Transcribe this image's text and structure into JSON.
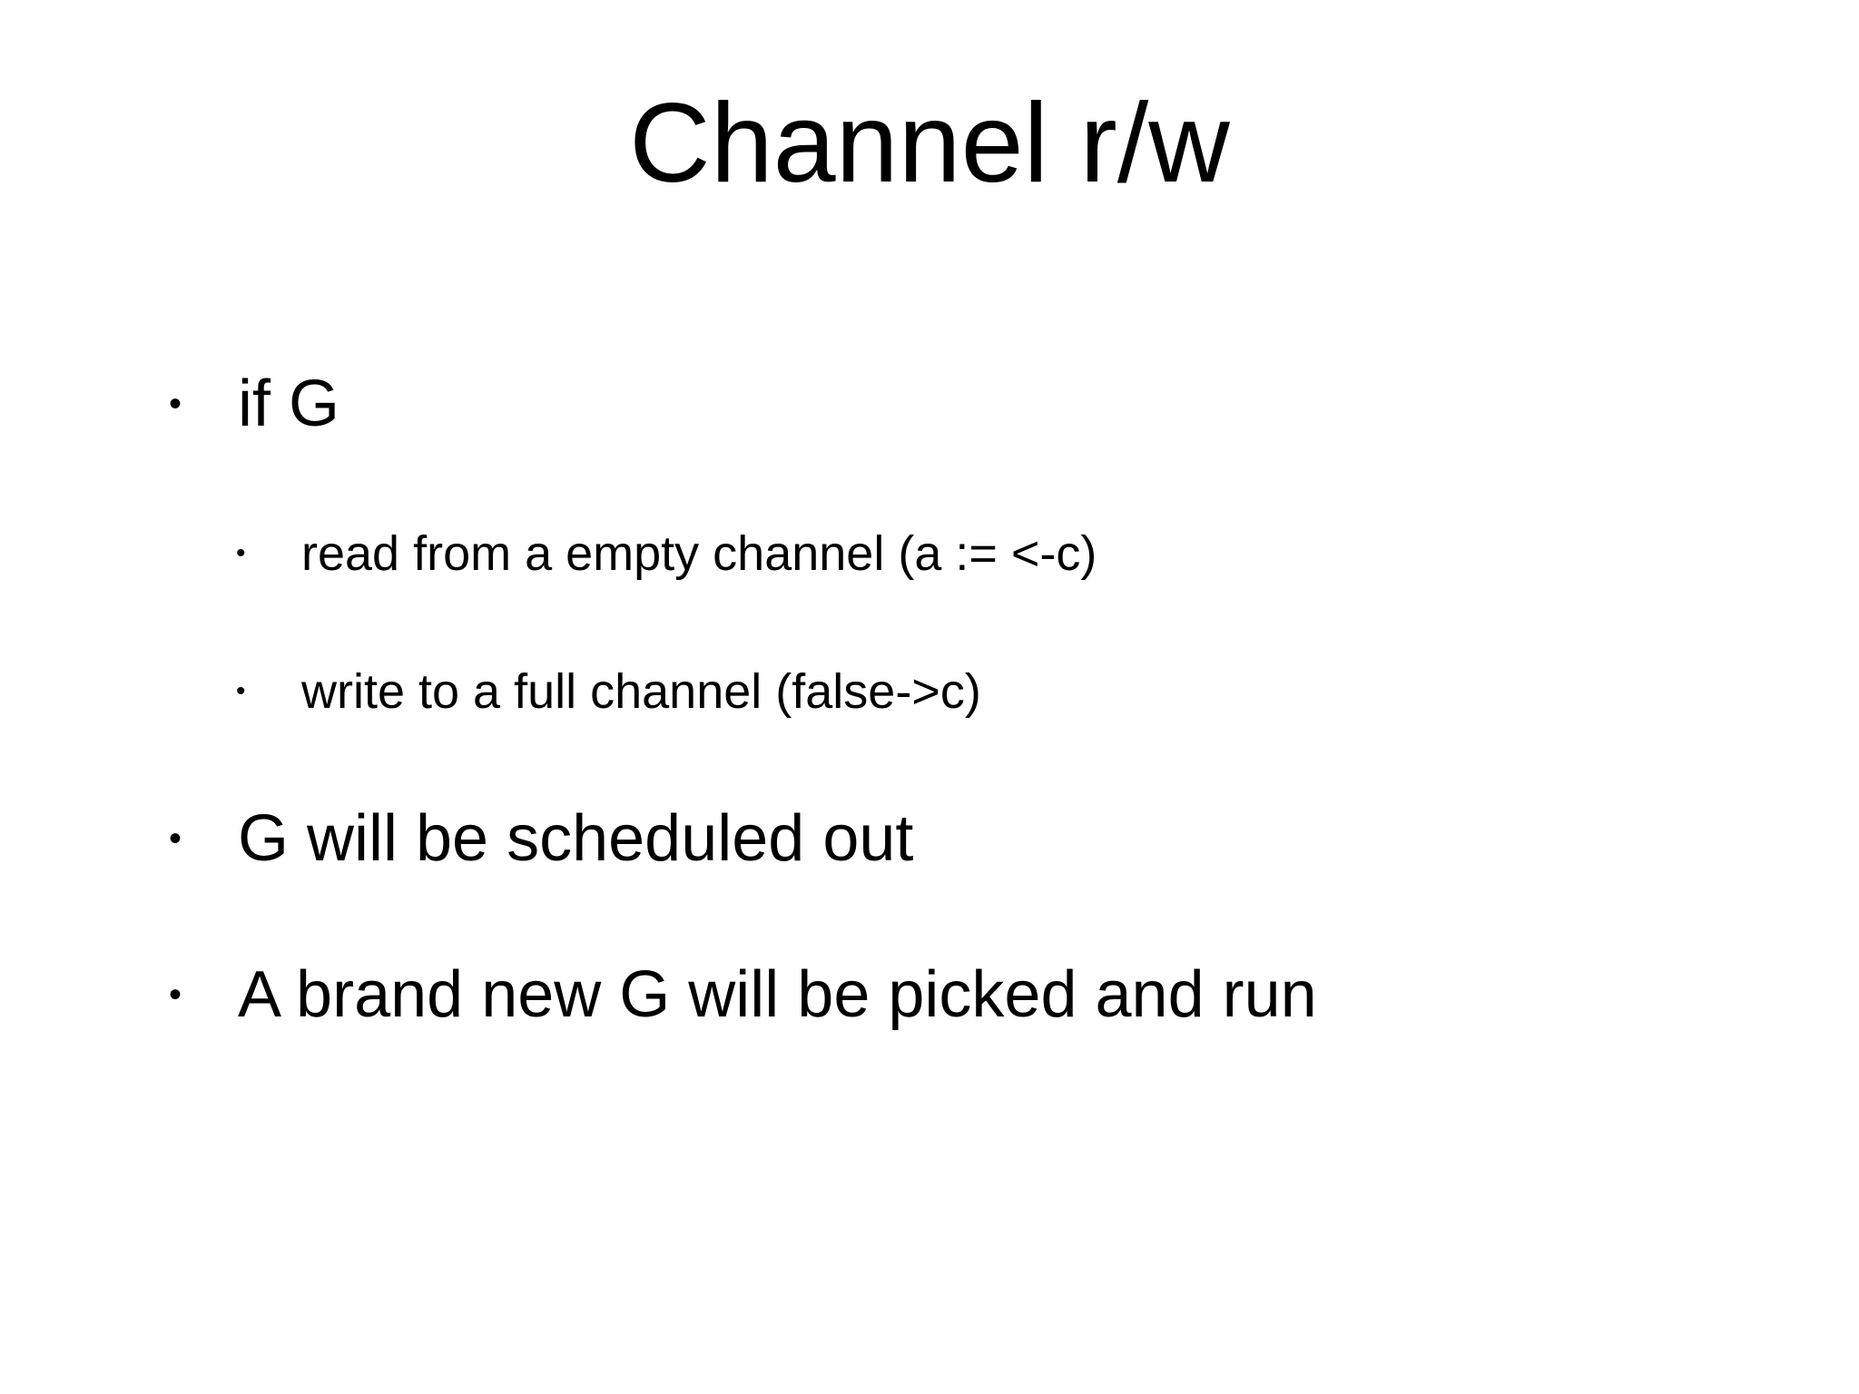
{
  "slide": {
    "title": "Channel r/w",
    "bullets": [
      {
        "label": "if G",
        "sub_bullets": [
          {
            "label": "read from a empty channel (a := <-c)"
          },
          {
            "label": "write to a full channel (false->c)"
          }
        ]
      },
      {
        "label": "G will be scheduled out"
      },
      {
        "label": "A brand new G will be picked and run"
      }
    ],
    "bullet_glyph": "•"
  }
}
